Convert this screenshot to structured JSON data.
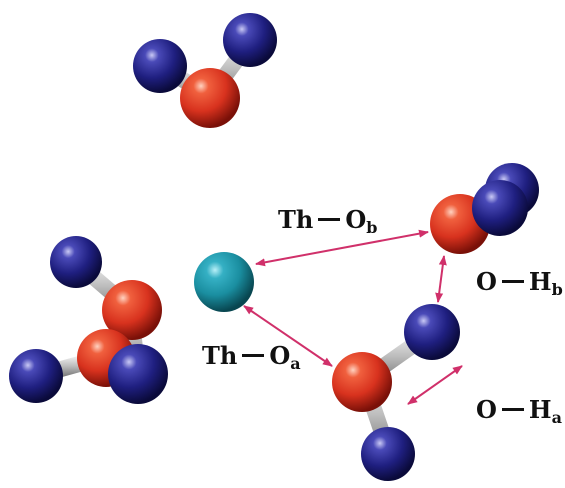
{
  "labels": {
    "th_ob": {
      "main": "Th",
      "elem": "O",
      "sub": "b"
    },
    "th_oa": {
      "main": "Th",
      "elem": "O",
      "sub": "a"
    },
    "o_hb": {
      "main": "O",
      "elem": "H",
      "sub": "b"
    },
    "o_ha": {
      "main": "O",
      "elem": "H",
      "sub": "a"
    }
  },
  "colors": {
    "oxygen": "#d8321e",
    "hydrogen": "#1f1f80",
    "thorium": "#1a8ea0",
    "bond": "#c8c8c8",
    "arrow": "#d0306a"
  },
  "atoms": {
    "oxygen": "oxygen-atom",
    "hydrogen": "hydrogen-atom",
    "thorium": "thorium-atom"
  }
}
